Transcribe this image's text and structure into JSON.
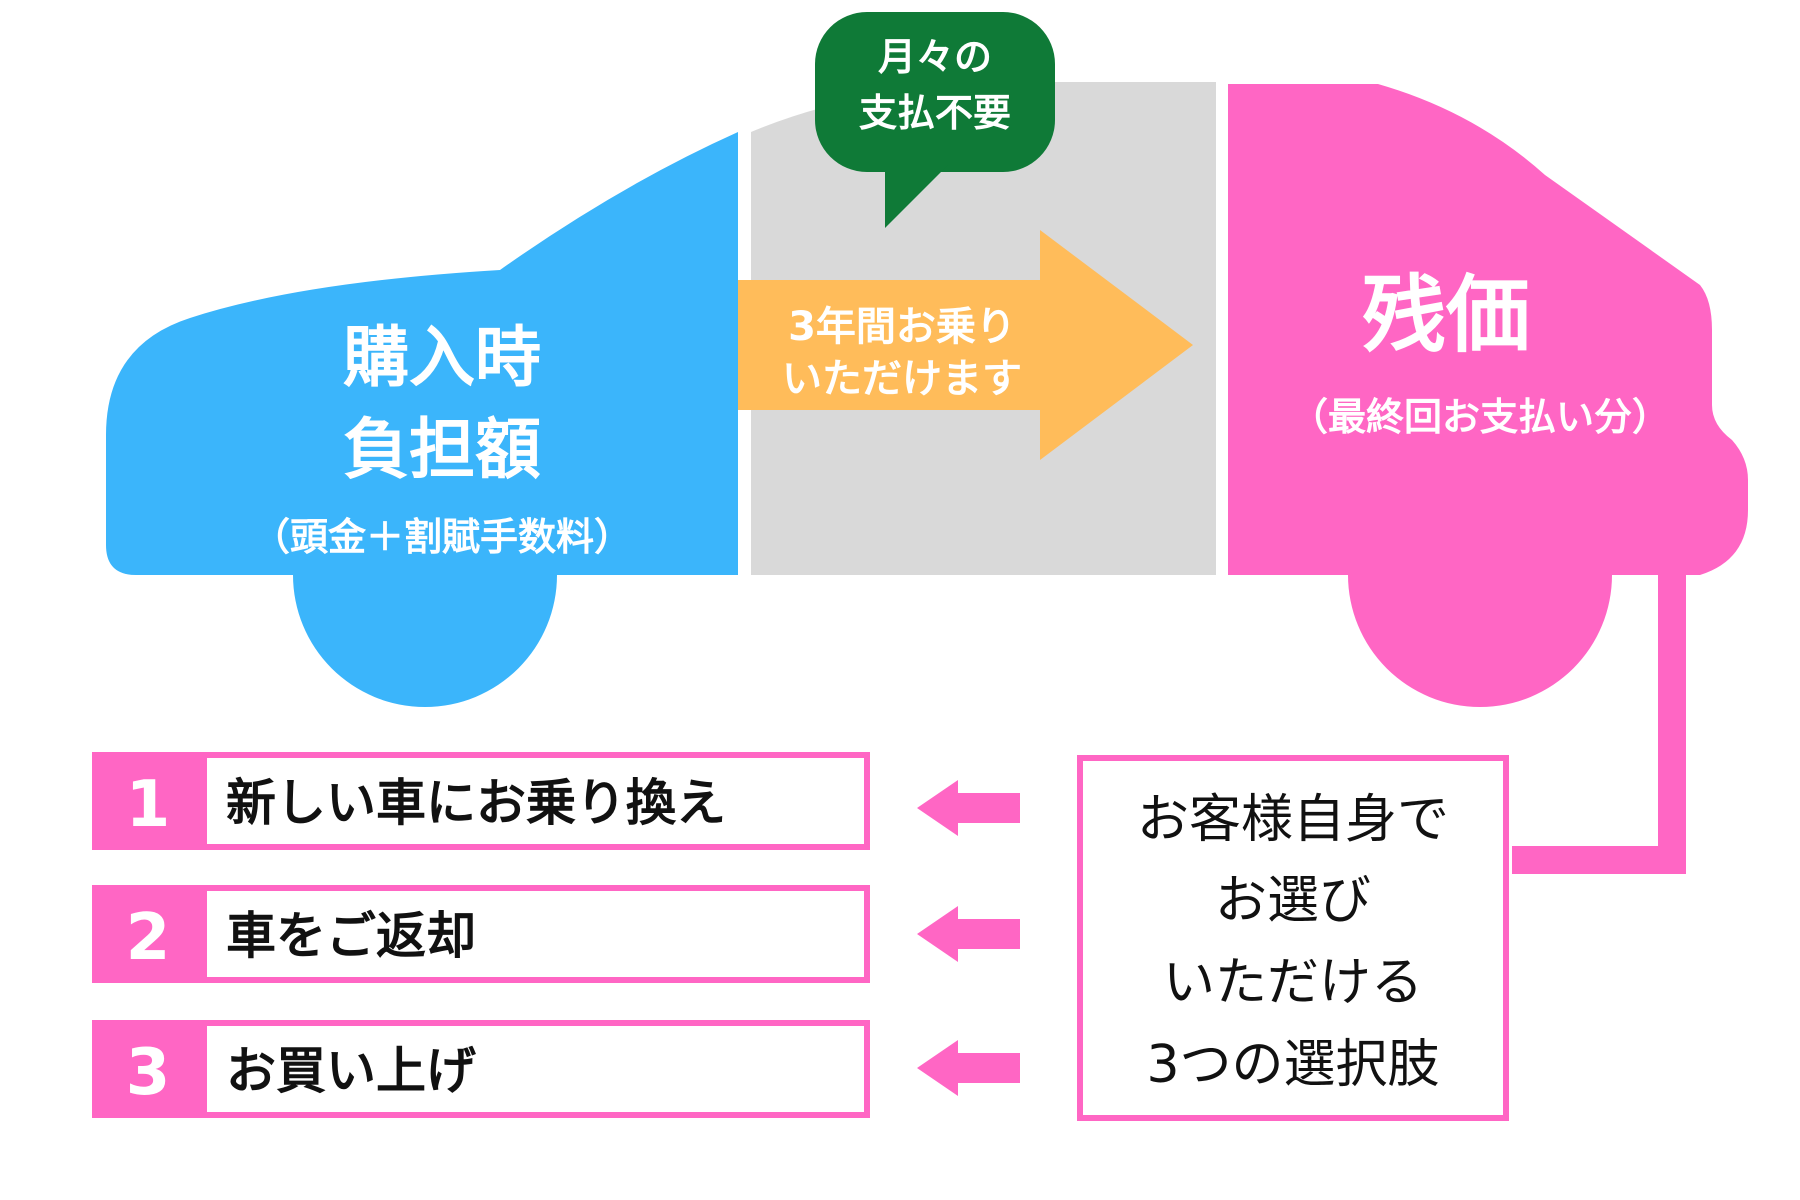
{
  "car": {
    "purchase": {
      "line1": "購入時",
      "line2": "負担額",
      "note": "（頭金＋割賦手数料）"
    },
    "period": {
      "arrow_line1": "3年間お乗り",
      "arrow_line2": "いただけます",
      "bubble_line1": "月々の",
      "bubble_line2": "支払不要"
    },
    "residual": {
      "title": "残価",
      "note": "（最終回お支払い分）"
    }
  },
  "options": [
    {
      "number": "1",
      "label": "新しい車にお乗り換え"
    },
    {
      "number": "2",
      "label": "車をご返却"
    },
    {
      "number": "3",
      "label": "お買い上げ"
    }
  ],
  "choice_box": {
    "line1": "お客様自身で",
    "line2": "お選び",
    "line3": "いただける",
    "line4": "3つの選択肢"
  },
  "colors": {
    "blue": "#3bb5fb",
    "gray": "#d9d9d9",
    "pink": "#ff66c4",
    "orange": "#ffbc5a",
    "green": "#0f7a37",
    "white": "#ffffff",
    "black": "#111111"
  }
}
